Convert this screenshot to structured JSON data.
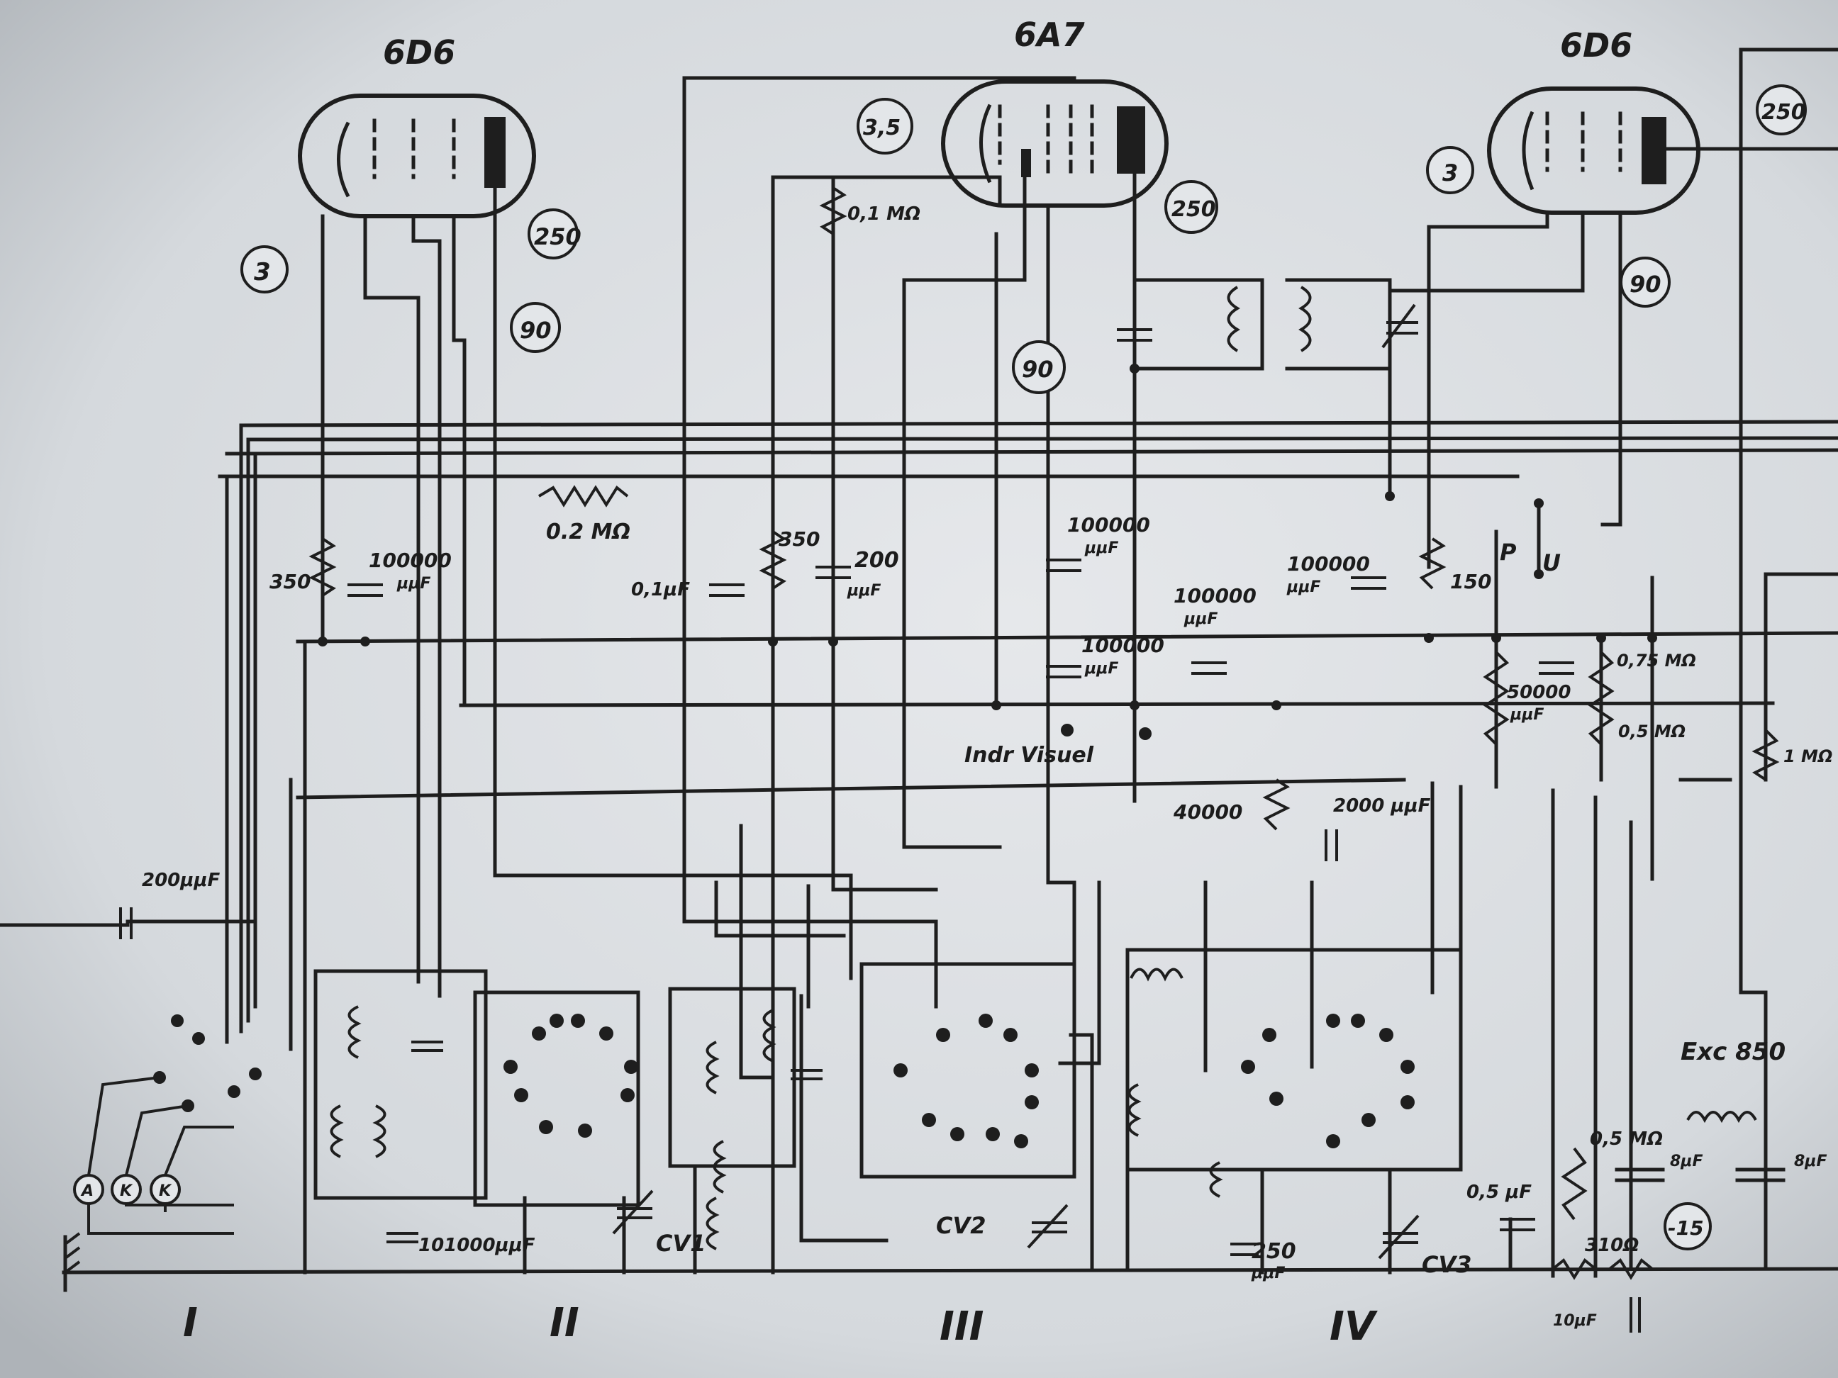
{
  "tubes": [
    {
      "id": "t1",
      "label": "6D6"
    },
    {
      "id": "t2",
      "label": "6A7"
    },
    {
      "id": "t3",
      "label": "6D6"
    }
  ],
  "voltage_markers": [
    "3",
    "250",
    "90",
    "3,5",
    "250",
    "90",
    "3",
    "90",
    "250",
    "-15"
  ],
  "component_labels": {
    "r_350_a": "350",
    "c_100000_a": "100000",
    "c_unit_a": "μμF",
    "r_02m": "0.2 MΩ",
    "r_01m": "0,1 MΩ",
    "c_01u": "0,1μF",
    "r_350_b": "350",
    "c_200": "200",
    "c_unit_b": "μμF",
    "c_100000_b": "100000",
    "c_unit_c": "μμF",
    "c_100000_c": "100000",
    "c_unit_d": "μμF",
    "c_100000_d": "100000",
    "c_unit_e": "μμF",
    "c_100000_e": "100000",
    "c_unit_f": "μμF",
    "r_150": "150",
    "pu_p": "P",
    "pu_u": "U",
    "c_50000": "50000",
    "c_unit_g": "μμF",
    "r_075m": "0,75 MΩ",
    "r_05m_a": "0,5 MΩ",
    "r_1m": "1 MΩ",
    "ind_visuel": "Indr Visuel",
    "r_40000": "40000",
    "c_2000": "2000 μμF",
    "c_101000": "101000μμF",
    "cv1": "CV1",
    "cv2": "CV2",
    "cv3": "CV3",
    "c_250": "250",
    "c_unit_h": "μμF",
    "c_05u": "0,5 μF",
    "r_05m_b": "0,5 MΩ",
    "r_310": "310Ω",
    "c_10u": "10μF",
    "exc": "Exc 850",
    "c_8u_a": "8μF",
    "c_8u_b": "8μF",
    "c_200pf": "200μμF"
  },
  "antenna_terminals": [
    "A",
    "K",
    "K"
  ],
  "sections": [
    "I",
    "II",
    "III",
    "IV"
  ]
}
